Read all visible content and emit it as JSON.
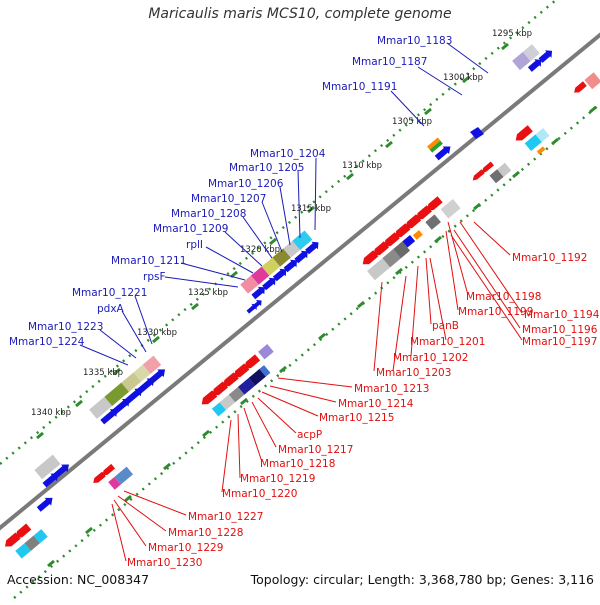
{
  "title": "Maricaulis maris MCS10, complete genome",
  "footer": {
    "accession": "Accession: NC_008347",
    "stats": "Topology: circular; Length: 3,368,780 bp; Genes: 3,116"
  },
  "colors": {
    "backbone": "#7a7a7a",
    "forward_label": "#1b1bb8",
    "reverse_label": "#e01010",
    "tick_dots": "#2e8b2e"
  },
  "kbp_ticks": [
    "1295 kbp",
    "1300 kbp",
    "1305 kbp",
    "1310 kbp",
    "1315 kbp",
    "1320 kbp",
    "1325 kbp",
    "1330 kbp",
    "1335 kbp",
    "1340 kbp"
  ],
  "forward_labels": [
    "Mmar10_1183",
    "Mmar10_1187",
    "Mmar10_1191",
    "Mmar10_1204",
    "Mmar10_1205",
    "Mmar10_1206",
    "Mmar10_1207",
    "Mmar10_1208",
    "Mmar10_1209",
    "rplI",
    "Mmar10_1211",
    "rpsF",
    "Mmar10_1221",
    "pdxA",
    "Mmar10_1223",
    "Mmar10_1224"
  ],
  "reverse_labels": [
    "Mmar10_1192",
    "Mmar10_1198",
    "Mmar10_1194",
    "Mmar10_1199",
    "Mmar10_1196",
    "panB",
    "Mmar10_1197",
    "Mmar10_1201",
    "Mmar10_1202",
    "Mmar10_1203",
    "Mmar10_1213",
    "Mmar10_1214",
    "Mmar10_1215",
    "acpP",
    "Mmar10_1217",
    "Mmar10_1218",
    "Mmar10_1219",
    "Mmar10_1220",
    "Mmar10_1227",
    "Mmar10_1228",
    "Mmar10_1229",
    "Mmar10_1230"
  ]
}
